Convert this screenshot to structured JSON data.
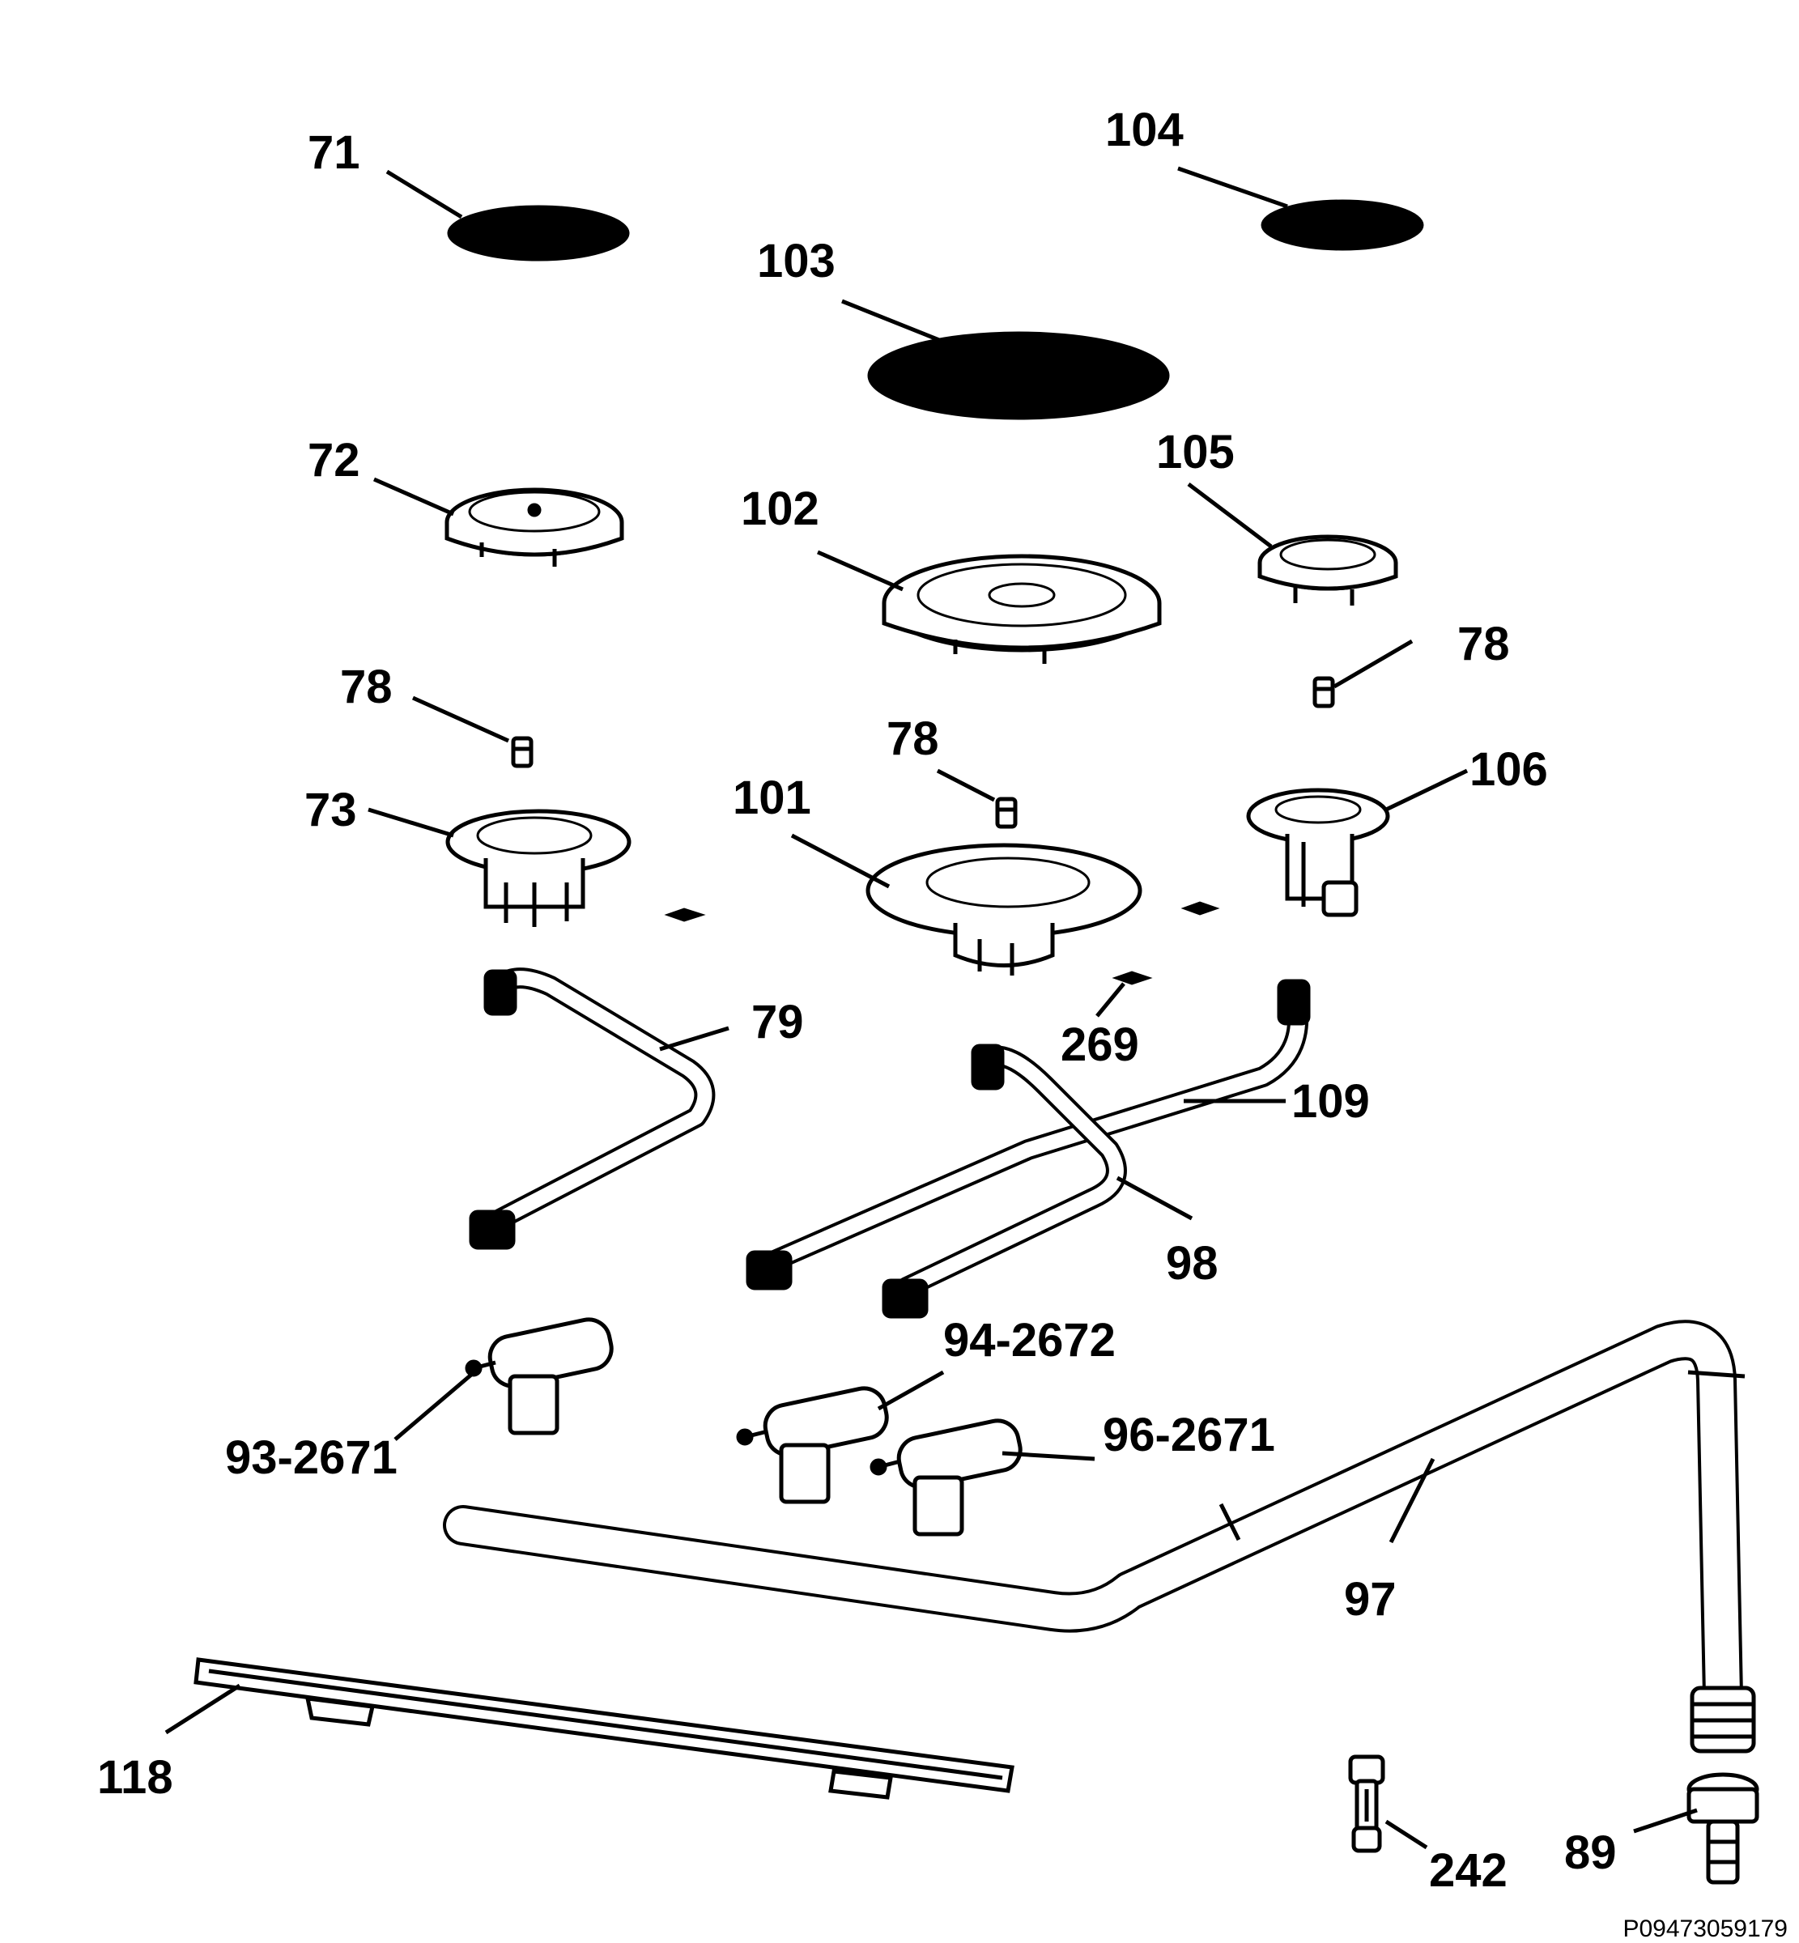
{
  "diagram": {
    "reference_code": "P09473059179",
    "callouts": {
      "c71": "71",
      "c104": "104",
      "c103": "103",
      "c72": "72",
      "c102": "102",
      "c105": "105",
      "c78a": "78",
      "c78b": "78",
      "c78c": "78",
      "c73": "73",
      "c101": "101",
      "c106": "106",
      "c79": "79",
      "c269": "269",
      "c109": "109",
      "c98": "98",
      "c94": "94-2672",
      "c93": "93-2671",
      "c96": "96-2671",
      "c97": "97",
      "c118": "118",
      "c242": "242",
      "c89": "89"
    }
  }
}
